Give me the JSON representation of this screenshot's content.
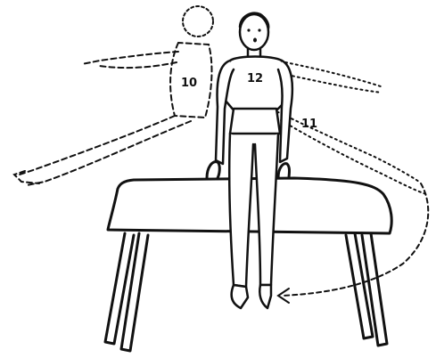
{
  "illustration": {
    "labels": {
      "phase_10": "10",
      "phase_11": "11",
      "phase_12": "12"
    },
    "colors": {
      "ink": "#111111",
      "background": "#ffffff"
    }
  }
}
